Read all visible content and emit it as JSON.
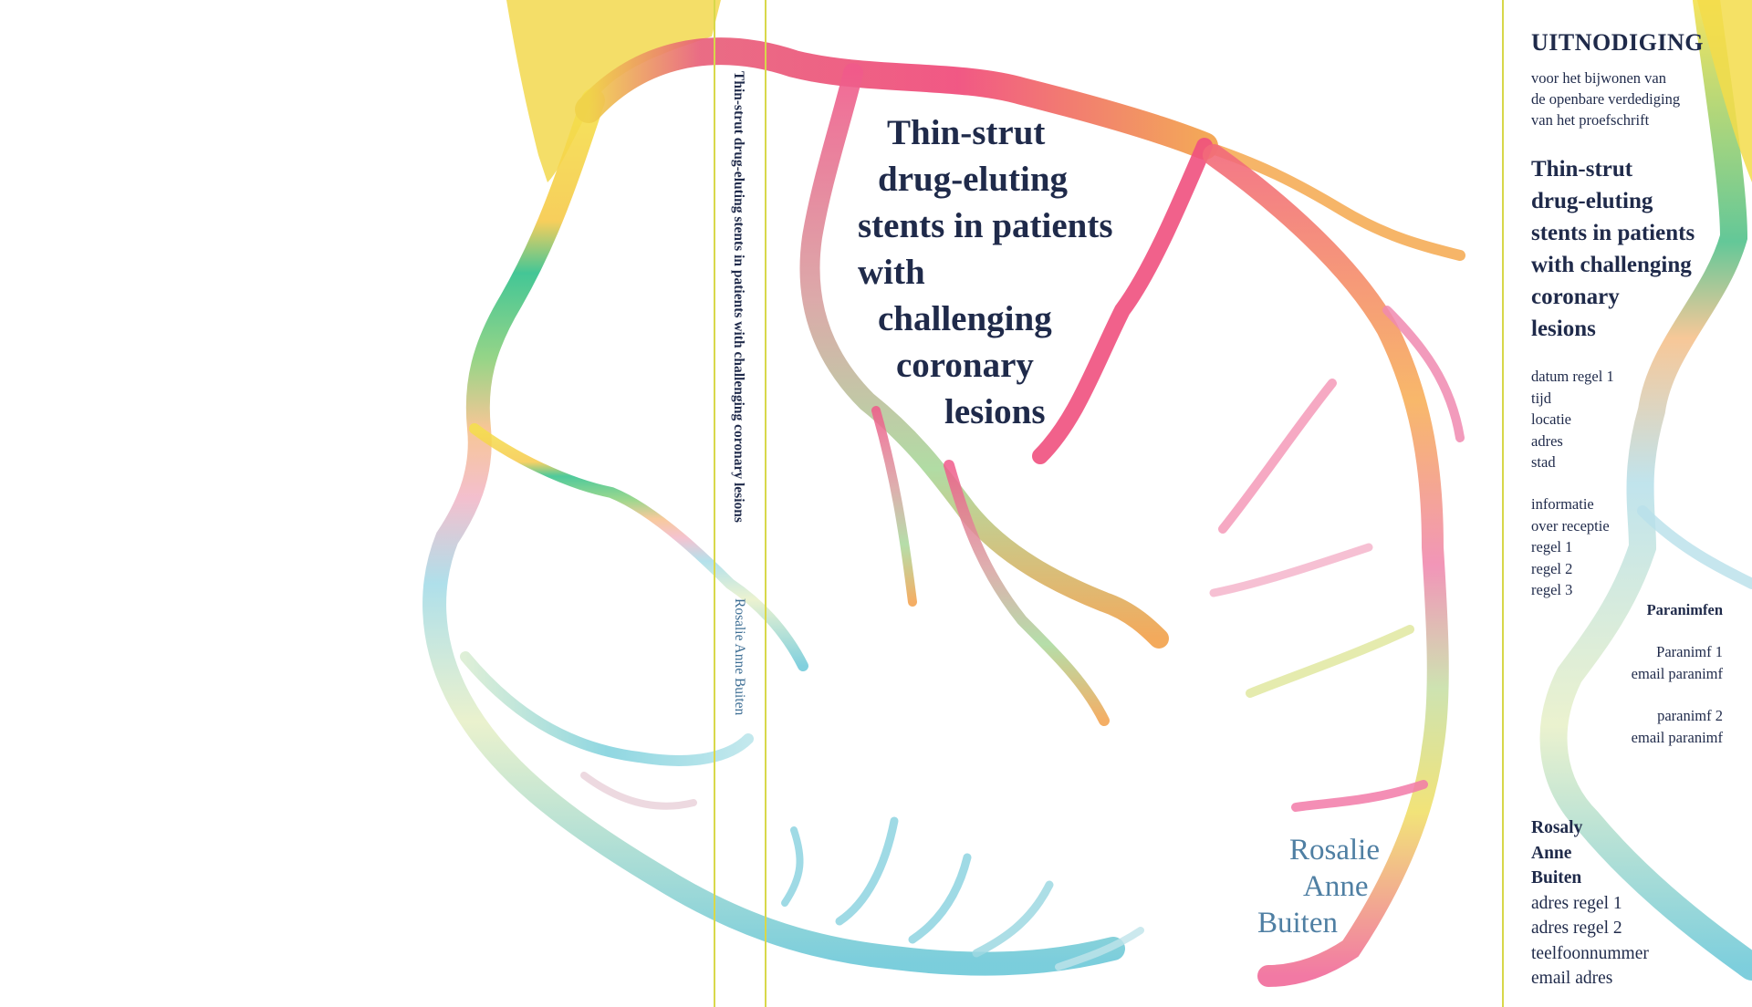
{
  "spine": {
    "title": "Thin-strut drug-eluting stents in patients with challenging coronary lesions",
    "author": "Rosalie Anne Buiten"
  },
  "cover": {
    "title_lines": [
      "Thin-strut",
      "drug-eluting",
      "stents in patients",
      "with",
      "challenging",
      "coronary",
      "lesions"
    ],
    "author_lines": [
      "Rosalie",
      "Anne",
      "Buiten"
    ]
  },
  "invitation": {
    "heading": "UITNODIGING",
    "intro_lines": [
      "voor het bijwonen van",
      "de openbare verdediging",
      "van het proefschrift"
    ],
    "title_lines": [
      "Thin-strut",
      "drug-eluting",
      "stents in patients",
      "with challenging",
      "coronary",
      "lesions"
    ],
    "details": [
      "datum regel 1",
      "tijd",
      "locatie",
      "adres",
      "stad"
    ],
    "reception": [
      "informatie",
      "over receptie",
      "regel 1",
      "regel 2",
      "regel 3"
    ],
    "paranimfen": {
      "heading": "Paranimfen",
      "p1": [
        "Paranimf 1",
        "email paranimf"
      ],
      "p2": [
        "paranimf 2",
        "email paranimf"
      ]
    },
    "contact": {
      "name_lines": [
        "Rosaly",
        "Anne",
        "Buiten"
      ],
      "lines": [
        "adres regel 1",
        "adres regel 2",
        "teelfoonnummer",
        "email adres"
      ]
    }
  },
  "colors": {
    "text_dark": "#1f2a4a",
    "author_blue": "#4f7fa3",
    "guide_line": "#d8d84a"
  }
}
